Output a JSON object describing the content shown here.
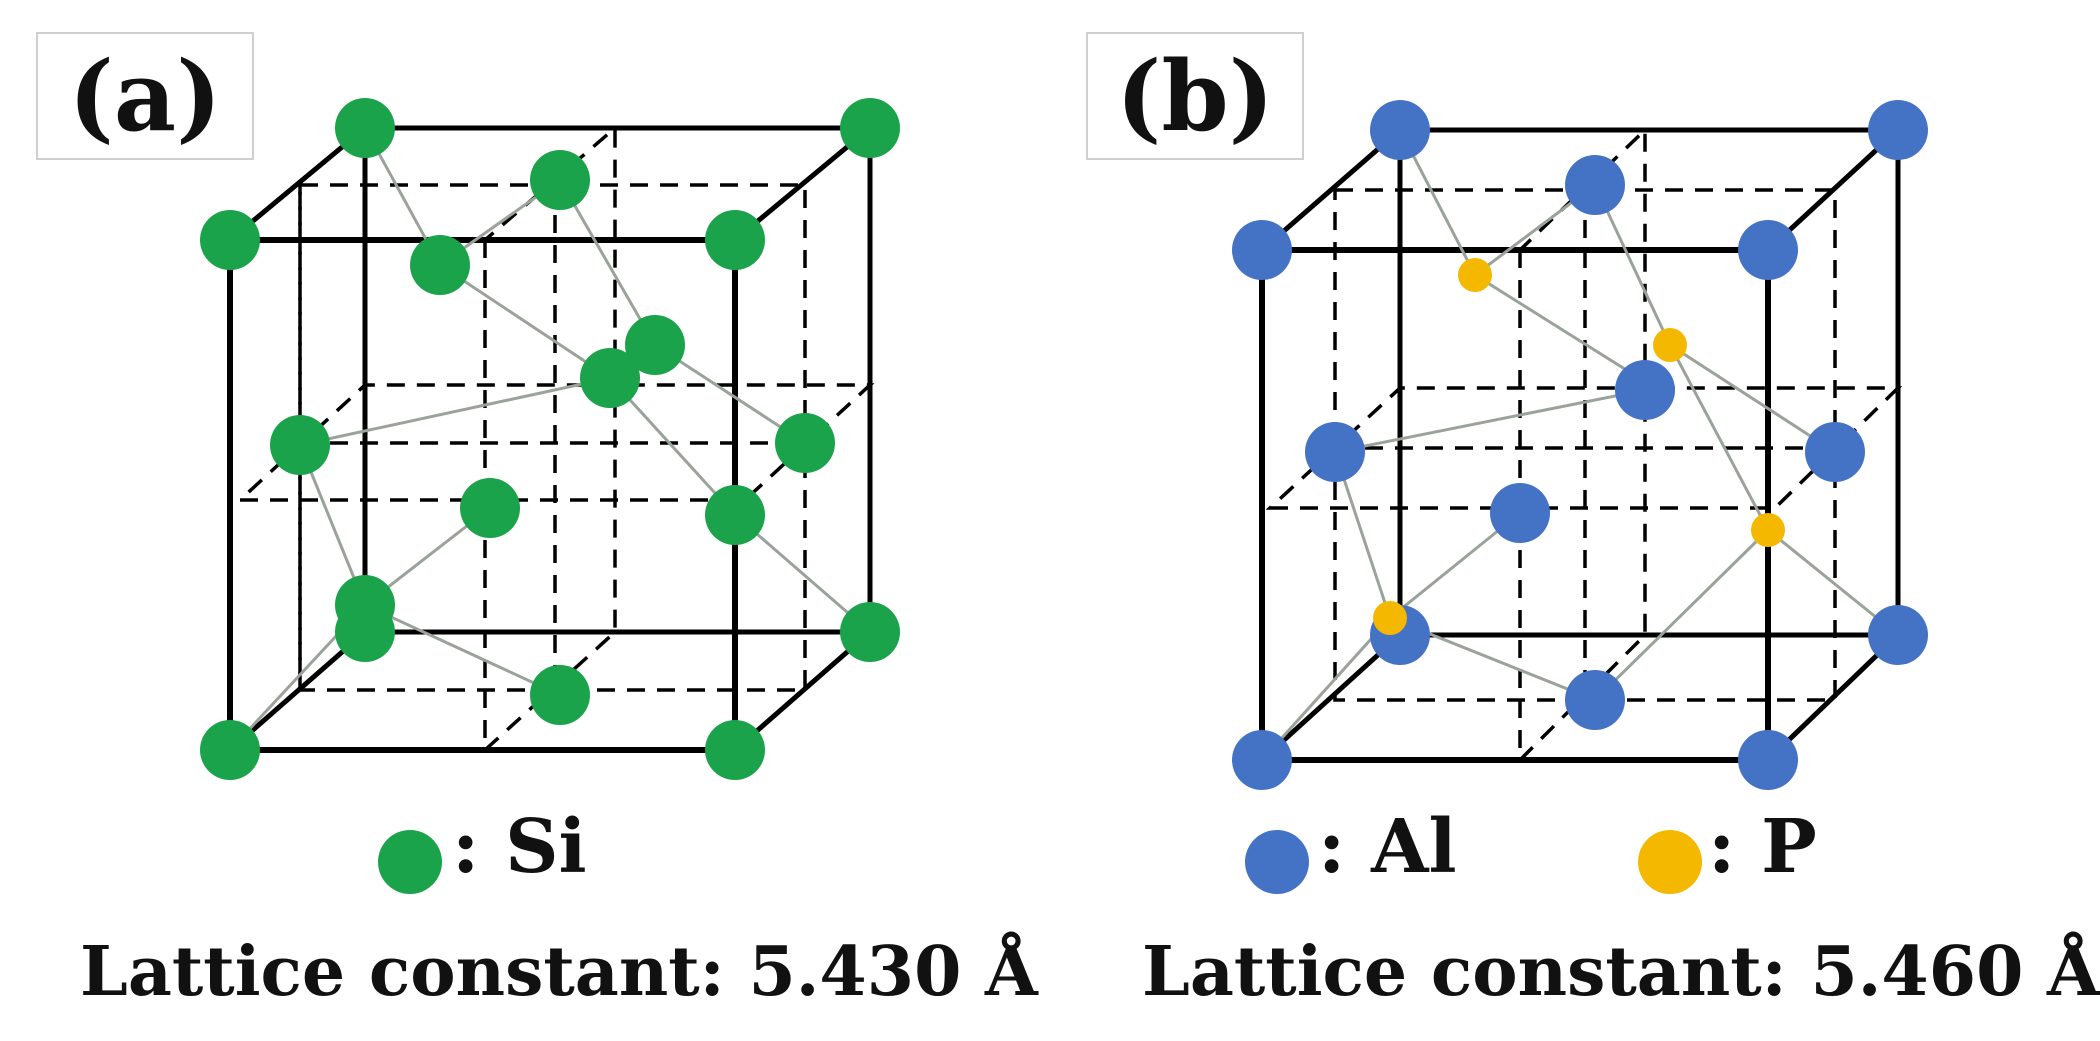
{
  "panels": [
    {
      "label": "(a)",
      "legend": [
        {
          "element": "Si",
          "text": ": Si",
          "color": "#1aa34a"
        }
      ],
      "caption": "Lattice constant: 5.430 Å",
      "bond_color": "#9aa39a"
    },
    {
      "label": "(b)",
      "legend": [
        {
          "element": "Al",
          "text": ": Al",
          "color": "#4472c4"
        },
        {
          "element": "P",
          "text": ": P",
          "color": "#f5b800"
        }
      ],
      "caption": "Lattice constant: 5.460 Å",
      "bond_color": "#9aa39a"
    }
  ]
}
